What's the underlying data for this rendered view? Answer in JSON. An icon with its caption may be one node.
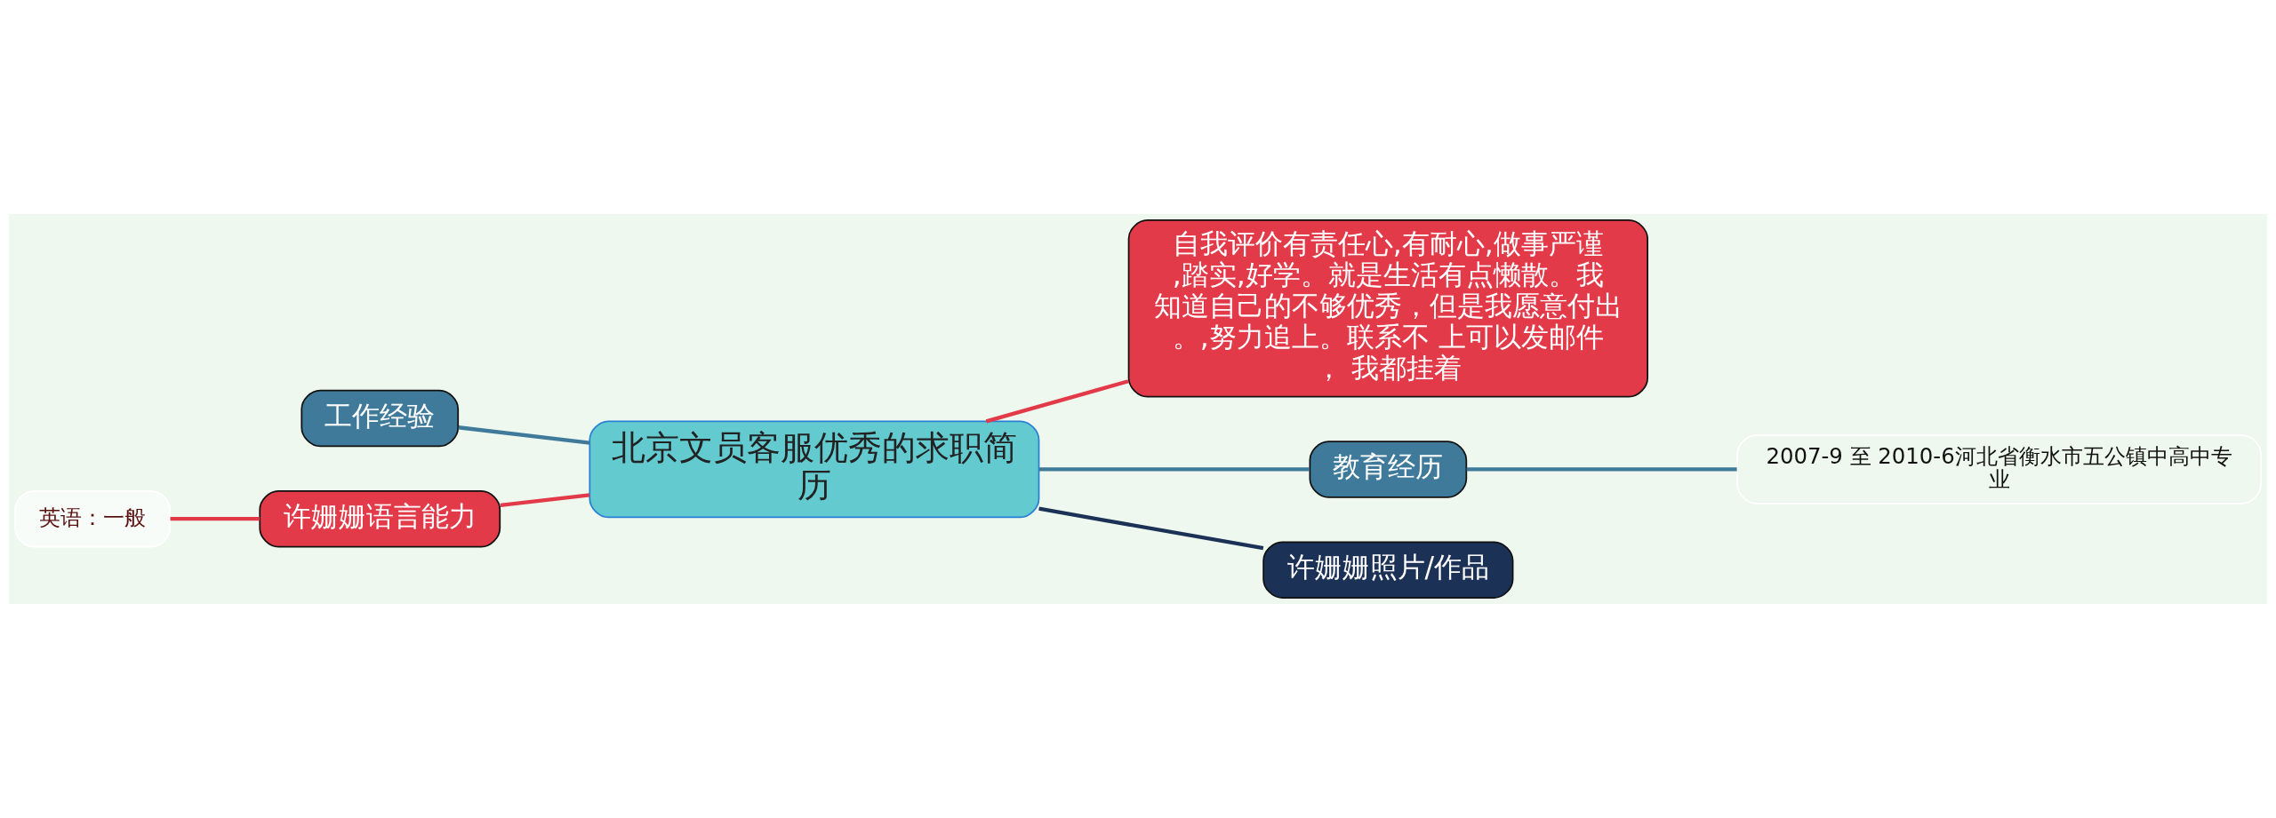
{
  "diagram": {
    "nodes": [
      {
        "text": [
          "北京文员客服优秀的求职简历"
        ]
      },
      {
        "text": [
          "工作经验"
        ]
      },
      {
        "text": [
          "许姗姗语言能力"
        ]
      },
      {
        "text": [
          "英语：一般"
        ]
      },
      {
        "text": [
          "自我评价有责任心,有耐心,做事严谨,踏实,好学。就是生活有点懒散。我知道自己的不够优秀，但是我愿意付出。,努力追上。联系不 上可以发邮件， 我都挂着"
        ]
      },
      {
        "text": [
          "教育经历"
        ]
      },
      {
        "text": [
          "2007-9 至 2010-6河北省衡水市五公镇中高中专业"
        ]
      },
      {
        "text": [
          "许姗姗照片/作品"
        ]
      }
    ],
    "edges": [
      {
        "from": 0,
        "to": 1,
        "arrow": "none",
        "color": "#3f7a9a"
      },
      {
        "from": 0,
        "to": 2,
        "arrow": "none",
        "color": "#e33a49"
      },
      {
        "from": 2,
        "to": 3,
        "arrow": "none",
        "color": "#e33a49"
      },
      {
        "from": 0,
        "to": 4,
        "arrow": "none",
        "color": "#e33a49"
      },
      {
        "from": 0,
        "to": 5,
        "arrow": "none",
        "color": "#3f7a9a"
      },
      {
        "from": 5,
        "to": 6,
        "arrow": "none",
        "color": "#3f7a9a"
      },
      {
        "from": 0,
        "to": 7,
        "arrow": "none",
        "color": "#1c3156"
      }
    ]
  }
}
